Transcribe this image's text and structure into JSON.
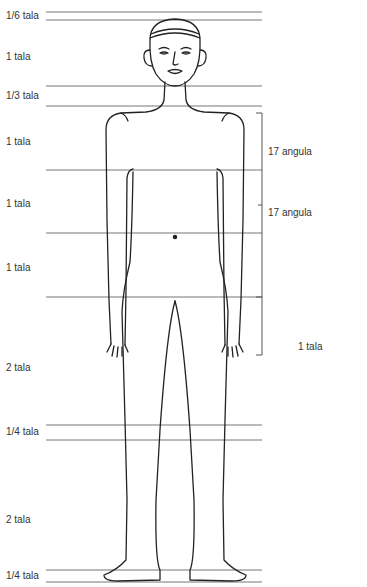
{
  "diagram": {
    "labels": [
      "1/6 tala",
      "1 tala",
      "1/3 tala",
      "1 tala",
      "1 tala",
      "1 tala",
      "2 tala",
      "1/4 tala",
      "2 tala",
      "1/4 tala",
      "17 angula",
      "17 angula",
      "1 tala"
    ]
  }
}
